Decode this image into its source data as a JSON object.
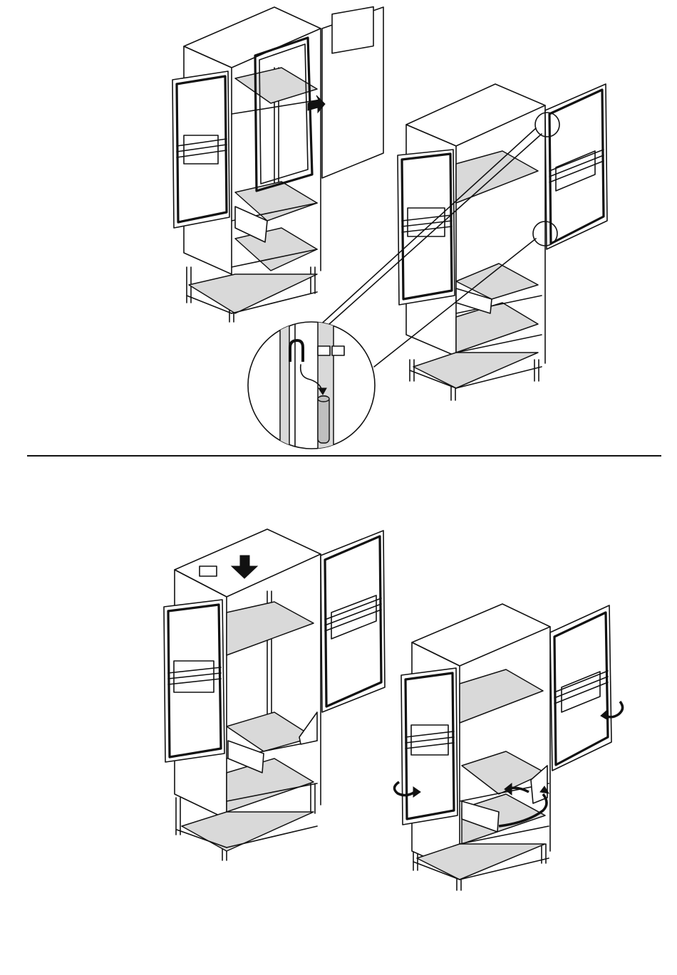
{
  "page": {
    "background": "#ffffff",
    "line_color": "#111111",
    "shelf_fill": "#d9d9d9"
  },
  "steps": [
    {
      "id": "top",
      "description_elements": [
        "wardrobe-left-attach-door",
        "wardrobe-right-doors-open",
        "detail-magnifier-zipper"
      ],
      "label_boxes": 2
    },
    {
      "id": "bottom",
      "description_elements": [
        "wardrobe-left-press-top",
        "wardrobe-right-tuck-flaps"
      ],
      "label_boxes": 1
    }
  ],
  "icons": [
    "down-arrow-icon",
    "rotate-arrow-icon",
    "push-arrow-icon",
    "zipper-hook-icon"
  ]
}
